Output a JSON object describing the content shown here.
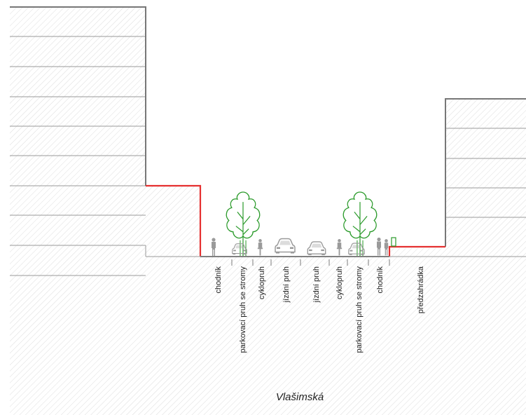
{
  "street_name": "Vlašimská",
  "section_labels": {
    "chodnik_left": "chodník",
    "parking_left": "parkovací pruh se stromy",
    "cycle_left": "cyklopruh",
    "lane_left": "jízdní pruh",
    "lane_right": "jízdní pruh",
    "cycle_right": "cyklopruh",
    "parking_right": "parkovací pruh se stromy",
    "chodnik_right": "chodník",
    "front_garden": "předzahrádka"
  },
  "colors": {
    "building_outline": "#777777",
    "hatch": "#c8c8c8",
    "floor_line": "#9a9a9a",
    "building_line": "#e53030",
    "tree": "#2a9a2a",
    "ground": "#808080",
    "figure": "#9a9a9a"
  },
  "icons": [
    "tree-icon",
    "pedestrian-icon",
    "cyclist-icon",
    "car-icon",
    "parked-car-icon",
    "shrub-icon"
  ]
}
